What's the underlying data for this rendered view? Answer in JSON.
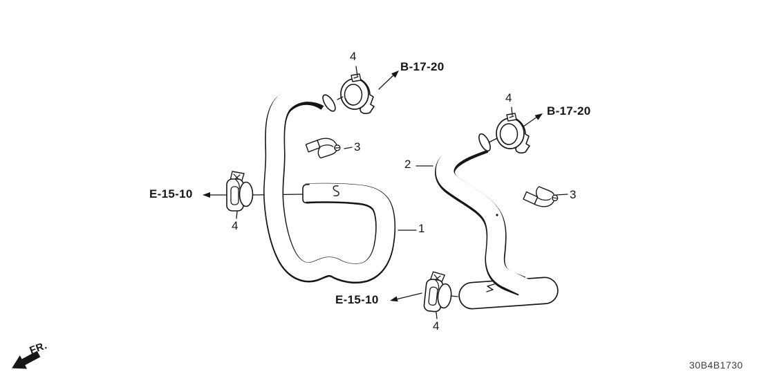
{
  "colors": {
    "background": "#ffffff",
    "line": "#161616",
    "code_text": "#3d3d3d"
  },
  "callouts": {
    "hose_1": "1",
    "hose_2": "2",
    "clip_left": "3",
    "clip_right": "3",
    "clamp_top": "4",
    "clamp_right": "4",
    "clamp_left": "4",
    "clamp_bottom": "4"
  },
  "references": {
    "clamp_top": "B-17-20",
    "clamp_right": "B-17-20",
    "clamp_left": "E-15-10",
    "clamp_bottom": "E-15-10"
  },
  "orientation": {
    "front_label": "FR."
  },
  "footer": {
    "diagram_code": "30B4B1730"
  }
}
